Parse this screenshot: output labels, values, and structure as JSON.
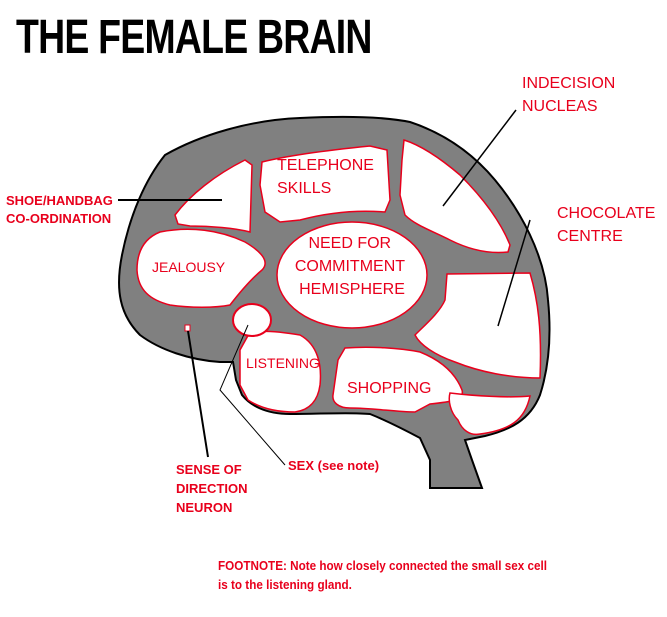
{
  "title": "THE FEMALE BRAIN",
  "colors": {
    "brain_fill": "#808080",
    "brain_outline": "#000000",
    "region_fill": "#ffffff",
    "region_outline": "#e8001c",
    "label_text": "#e8001c",
    "pointer_line": "#000000"
  },
  "regions": [
    {
      "id": "telephone-skills",
      "lines": [
        "TELEPHONE",
        "SKILLS"
      ]
    },
    {
      "id": "need-for-commitment",
      "lines": [
        "NEED FOR",
        "COMMITMENT",
        "HEMISPHERE"
      ]
    },
    {
      "id": "jealousy",
      "lines": [
        "JEALOUSY"
      ]
    },
    {
      "id": "listening",
      "lines": [
        "LISTENING"
      ]
    },
    {
      "id": "shopping",
      "lines": [
        "SHOPPING"
      ]
    }
  ],
  "callouts": [
    {
      "id": "shoe-handbag",
      "lines": [
        "SHOE/HANDBAG",
        "CO-ORDINATION"
      ]
    },
    {
      "id": "indecision",
      "lines": [
        "INDECISION",
        "NUCLEAS"
      ]
    },
    {
      "id": "chocolate",
      "lines": [
        "CHOCOLATE",
        "CENTRE"
      ]
    },
    {
      "id": "sense-of-direction",
      "lines": [
        "SENSE OF",
        "DIRECTION",
        "NEURON"
      ]
    },
    {
      "id": "sex",
      "lines": [
        "SEX (see note)"
      ]
    }
  ],
  "footnote": {
    "line1": "FOOTNOTE:  Note how closely connected the small sex cell",
    "line2": "is to the listening gland."
  }
}
